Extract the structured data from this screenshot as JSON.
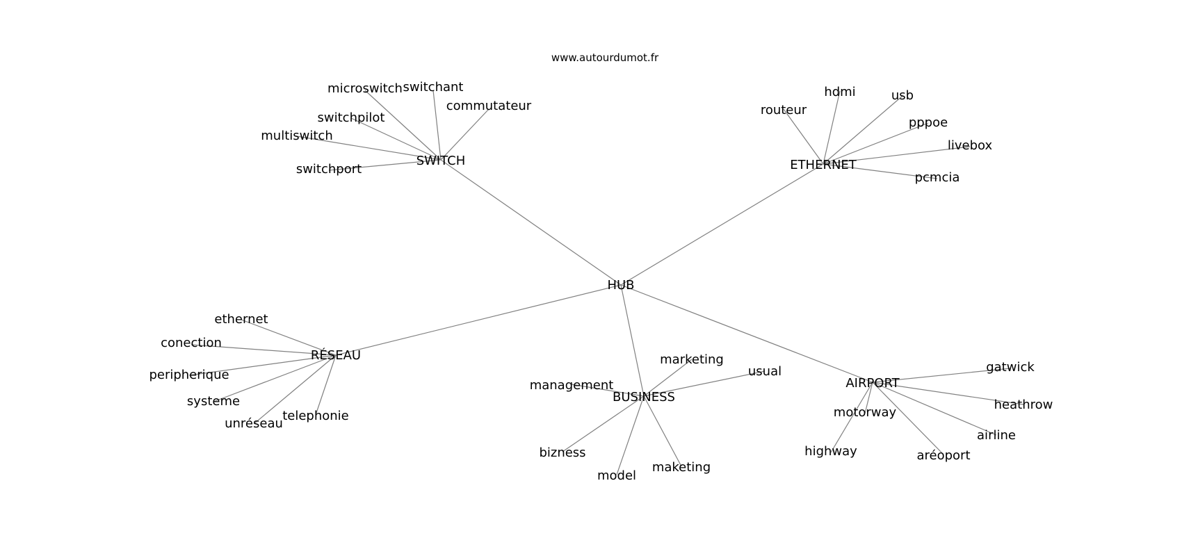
{
  "site": "www.autourdumot.fr",
  "colors": {
    "edge": "#808080",
    "text": "#000000",
    "background": "#ffffff"
  },
  "graph": {
    "center": "HUB",
    "clusters": [
      {
        "label": "SWITCH",
        "words": [
          "microswitch",
          "switchant",
          "commutateur",
          "switchpilot",
          "multiswitch",
          "switchport"
        ]
      },
      {
        "label": "ETHERNET",
        "words": [
          "routeur",
          "hdmi",
          "usb",
          "pppoe",
          "livebox",
          "pcmcia"
        ]
      },
      {
        "label": "RÉSEAU",
        "words": [
          "ethernet",
          "conection",
          "peripherique",
          "systeme",
          "unréseau",
          "telephonie"
        ]
      },
      {
        "label": "BUSINESS",
        "words": [
          "marketing",
          "usual",
          "management",
          "bizness",
          "model",
          "maketing"
        ]
      },
      {
        "label": "AIRPORT",
        "words": [
          "gatwick",
          "heathrow",
          "motorway",
          "highway",
          "airline",
          "aréoport"
        ]
      }
    ]
  }
}
